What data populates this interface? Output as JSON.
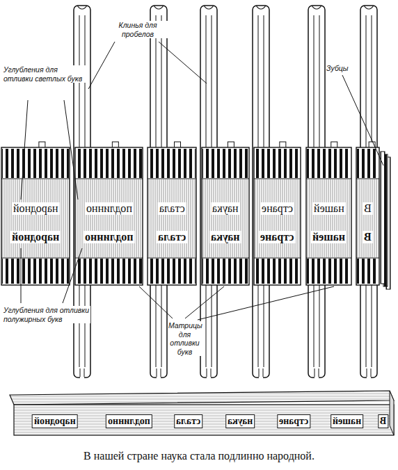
{
  "diagram": {
    "caption": "В нашей стране наука стала подлинно народной.",
    "labels": [
      "Клинья для пробелов",
      "Углубления для отливки светлых букв",
      "Зубцы",
      "народной",
      "подлинно",
      "стала",
      "наука",
      "стране",
      "нашей",
      "В",
      "народной",
      "подлинно",
      "стала",
      "наука",
      "стране",
      "нашей",
      "В",
      "Углубления для отливки полужирных букв",
      "Матрицы для отливки букв",
      "народной",
      "подлинно",
      "стала",
      "наука",
      "стране",
      "нашей",
      "В"
    ]
  }
}
